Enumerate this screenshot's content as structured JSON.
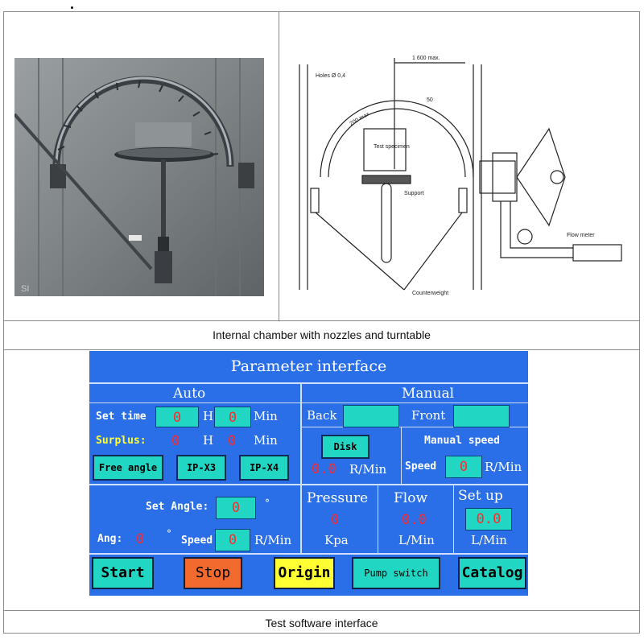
{
  "captions": {
    "top": "Internal chamber with nozzles and turntable",
    "bottom": "Test software interface"
  },
  "diagram": {
    "holes": "Holes Ø 0,4",
    "max_width": "1 600 max.",
    "radius": "200 max.",
    "angle": "50",
    "specimen": "Test specimen",
    "support": "Support",
    "flow_meter": "Flow meter",
    "counterweight": "Counterweight"
  },
  "hmi": {
    "title": "Parameter interface",
    "auto": {
      "header": "Auto",
      "set_time_label": "Set time",
      "hours_value": "0",
      "h_label": "H",
      "minutes_value": "0",
      "min_label": "Min",
      "surplus_label": "Surplus:",
      "surplus_hours": "0",
      "surplus_h": "H",
      "surplus_minutes": "0",
      "surplus_min": "Min",
      "free_angle": "Free angle",
      "ipx3": "IP-X3",
      "ipx4": "IP-X4"
    },
    "manual": {
      "header": "Manual",
      "back_label": "Back",
      "front_label": "Front",
      "disk_button": "Disk",
      "disk_speed_value": "0.0",
      "disk_speed_unit": "R/Min",
      "manual_speed_label": "Manual speed",
      "speed_label": "Speed",
      "speed_value": "0",
      "speed_unit": "R/Min"
    },
    "angle": {
      "set_angle_label": "Set Angle:",
      "set_angle_value": "0",
      "set_angle_unit": "°",
      "ang_label": "Ang:",
      "ang_value": "0",
      "ang_unit": "°",
      "speed_label": "Speed",
      "speed_value": "0",
      "speed_unit": "R/Min"
    },
    "pressure": {
      "label": "Pressure",
      "value": "0",
      "unit": "Kpa"
    },
    "flow": {
      "label": "Flow",
      "value": "0.0",
      "unit": "L/Min"
    },
    "setup": {
      "label": "Set up",
      "value": "0.0",
      "unit": "L/Min"
    },
    "buttons": {
      "start": "Start",
      "stop": "Stop",
      "origin": "Origin",
      "pump": "Pump switch",
      "catalog": "Catalog"
    },
    "colors": {
      "background": "#2b6fe8",
      "field": "#22d6c4",
      "value": "#ff2a2a",
      "stop": "#f26a2e",
      "origin": "#ffff33"
    }
  }
}
